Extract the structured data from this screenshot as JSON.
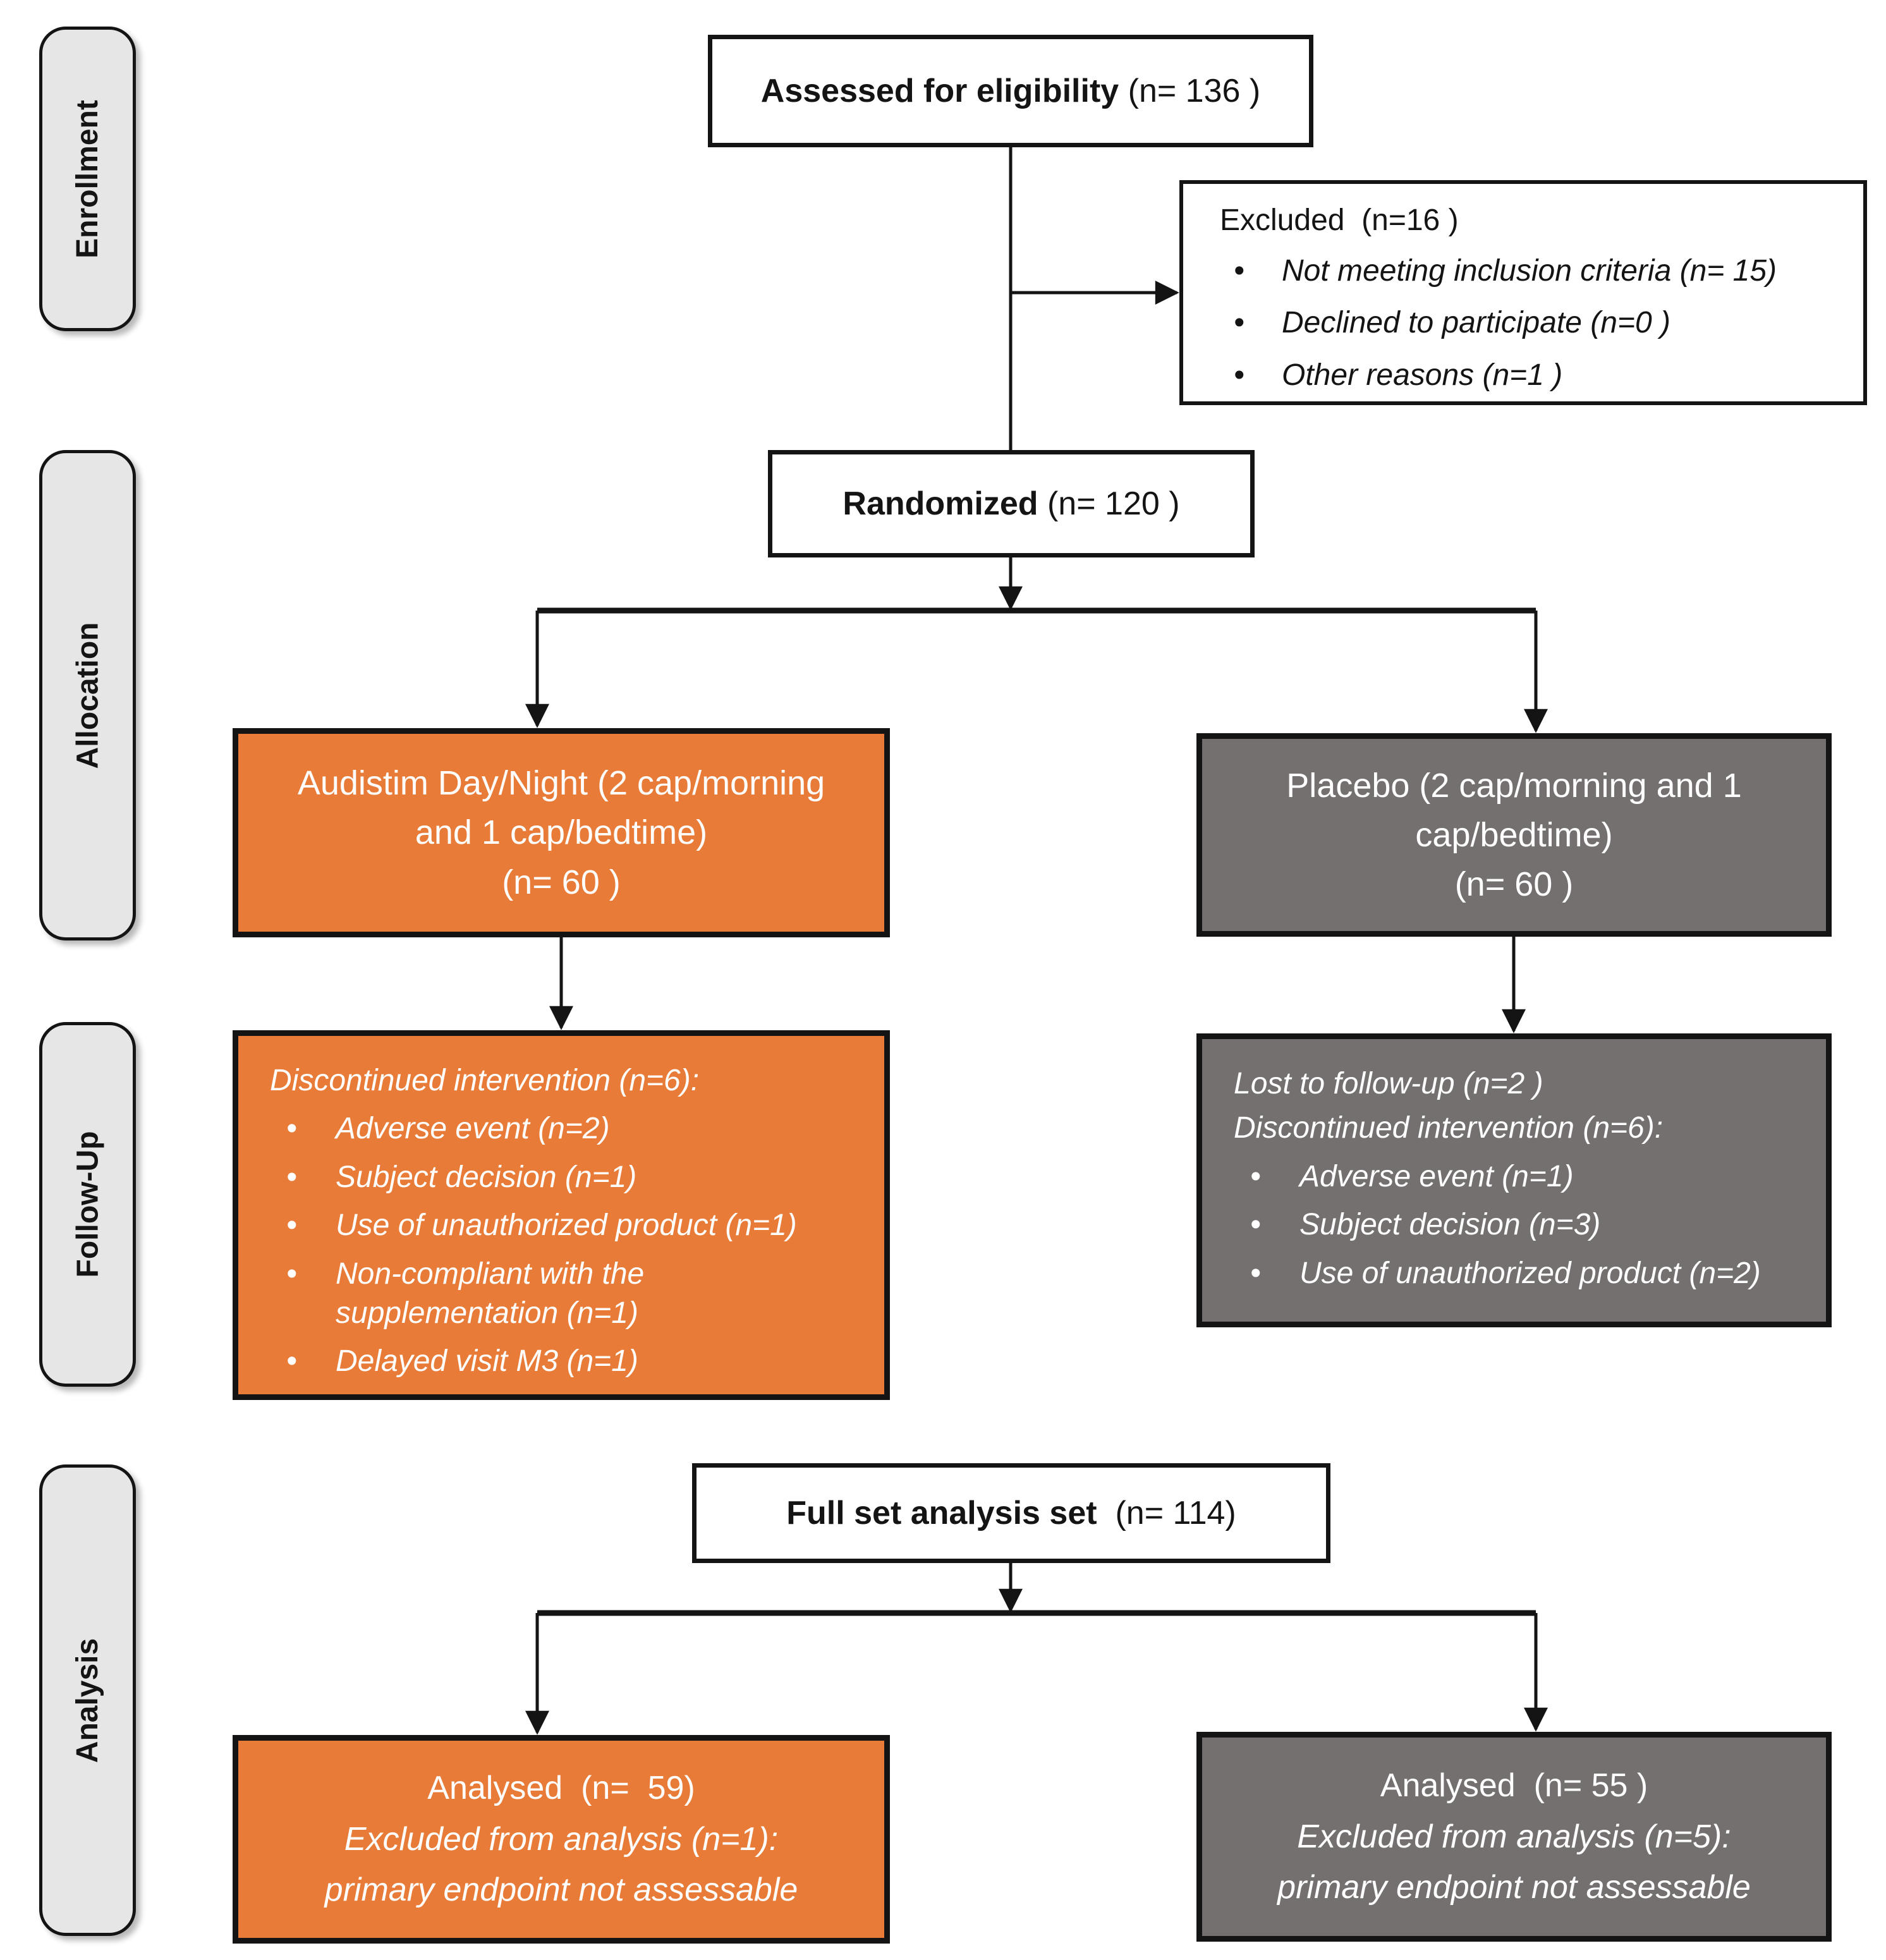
{
  "colors": {
    "orange": "#e87b38",
    "slate": "#747070",
    "stage_bg": "#e7e6e6",
    "line": "#141414",
    "text_light": "#ffffff",
    "text_dark": "#141414"
  },
  "stages": [
    {
      "label": "Enrollment"
    },
    {
      "label": "Allocation"
    },
    {
      "label": "Follow-Up"
    },
    {
      "label": "Analysis"
    }
  ],
  "flow": {
    "assessed": {
      "title": "Assessed for eligibility",
      "n": " (n= 136 )"
    },
    "excluded": {
      "header": "Excluded  (n=16 )",
      "bullets": [
        "Not meeting inclusion criteria (n= 15)",
        "Declined to participate (n=0 )",
        "Other reasons (n=1 )"
      ]
    },
    "randomized": {
      "title": "Randomized",
      "n": " (n= 120 )"
    },
    "allocation_audistim": {
      "lines": [
        "Audistim Day/Night (2 cap/morning",
        "and 1 cap/bedtime)",
        "(n= 60 )"
      ]
    },
    "allocation_placebo": {
      "lines": [
        "Placebo (2 cap/morning and 1",
        "cap/bedtime)",
        "(n= 60 )"
      ]
    },
    "followup_audistim": {
      "header": "Discontinued intervention (n=6):",
      "bullets": [
        "Adverse event (n=2)",
        "Subject decision (n=1)",
        "Use of unauthorized product (n=1)",
        "Non-compliant with the supplementation (n=1)",
        "Delayed visit M3 (n=1)"
      ]
    },
    "followup_placebo": {
      "header1": "Lost to follow-up (n=2 )",
      "header2": "Discontinued intervention (n=6):",
      "bullets": [
        "Adverse event (n=1)",
        "Subject decision (n=3)",
        "Use of unauthorized product (n=2)"
      ]
    },
    "fullset": {
      "title": "Full set analysis set",
      "n": "  (n= 114)"
    },
    "analysed_audistim": {
      "title": "Analysed  (n=  59)",
      "lines": [
        "Excluded from analysis (n=1):",
        "primary endpoint not assessable"
      ]
    },
    "analysed_placebo": {
      "title": "Analysed  (n= 55 )",
      "lines": [
        "Excluded from analysis (n=5):",
        "primary endpoint not assessable"
      ]
    }
  }
}
